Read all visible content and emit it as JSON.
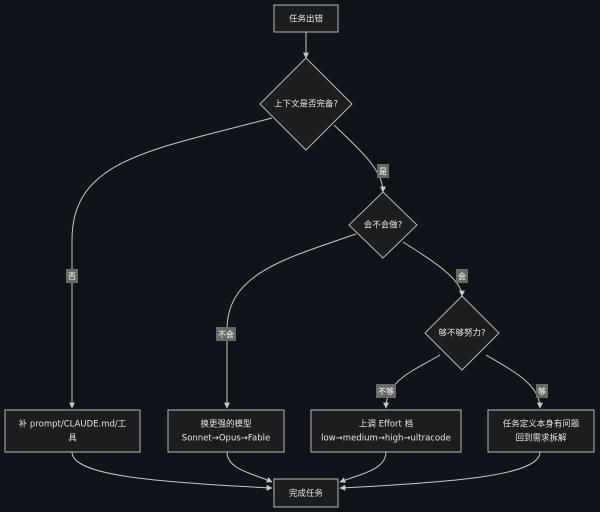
{
  "nodes": {
    "start": "任务出错",
    "context": "上下文是否完备?",
    "can_do": "会不会做?",
    "effort": "够不够努力?",
    "fix_prompt_l1": "补 prompt/CLAUDE.md/工",
    "fix_prompt_l2": "具",
    "switch_model_l1": "换更强的模型",
    "switch_model_l2": "Sonnet→Opus→Fable",
    "raise_effort_l1": "上调 Effort 档",
    "raise_effort_l2": "low→medium→high→ultracode",
    "redefine_l1": "任务定义本身有问题",
    "redefine_l2": "回到需求拆解",
    "done": "完成任务"
  },
  "edge_labels": {
    "no": "否",
    "yes": "是",
    "cannot": "不会",
    "can": "会",
    "not_enough": "不够",
    "enough": "够"
  },
  "colors": {
    "background": "#0f141b",
    "node_fill": "#1c1d1e",
    "node_stroke": "#b9b9b0",
    "edge": "#c8c8c0",
    "label_bg": "#6a6a64"
  }
}
